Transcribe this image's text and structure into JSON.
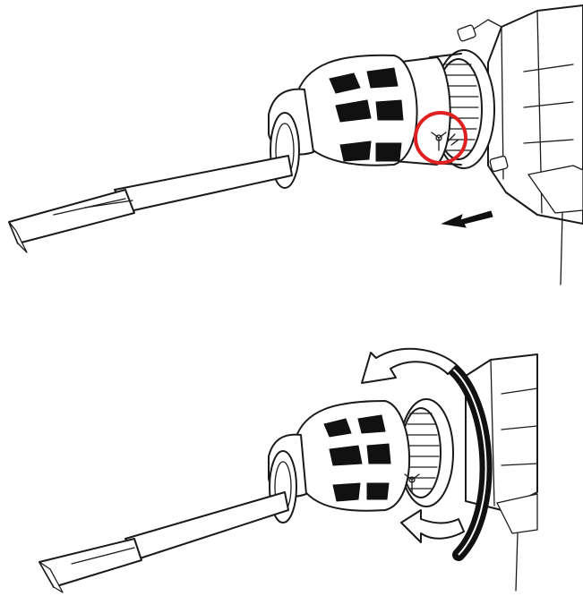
{
  "figure": {
    "panels": [
      {
        "step": "remove-bit",
        "highlight": "unlock-symbol",
        "direction": "pull-out"
      },
      {
        "step": "rotate-collar",
        "direction": "rotate"
      }
    ],
    "colors": {
      "line": "#1a1a1a",
      "highlight": "#e02020",
      "background": "#ffffff"
    },
    "icons": [
      "unlock-symbol",
      "pull-arrow-icon",
      "rotation-arrow-icon"
    ]
  }
}
